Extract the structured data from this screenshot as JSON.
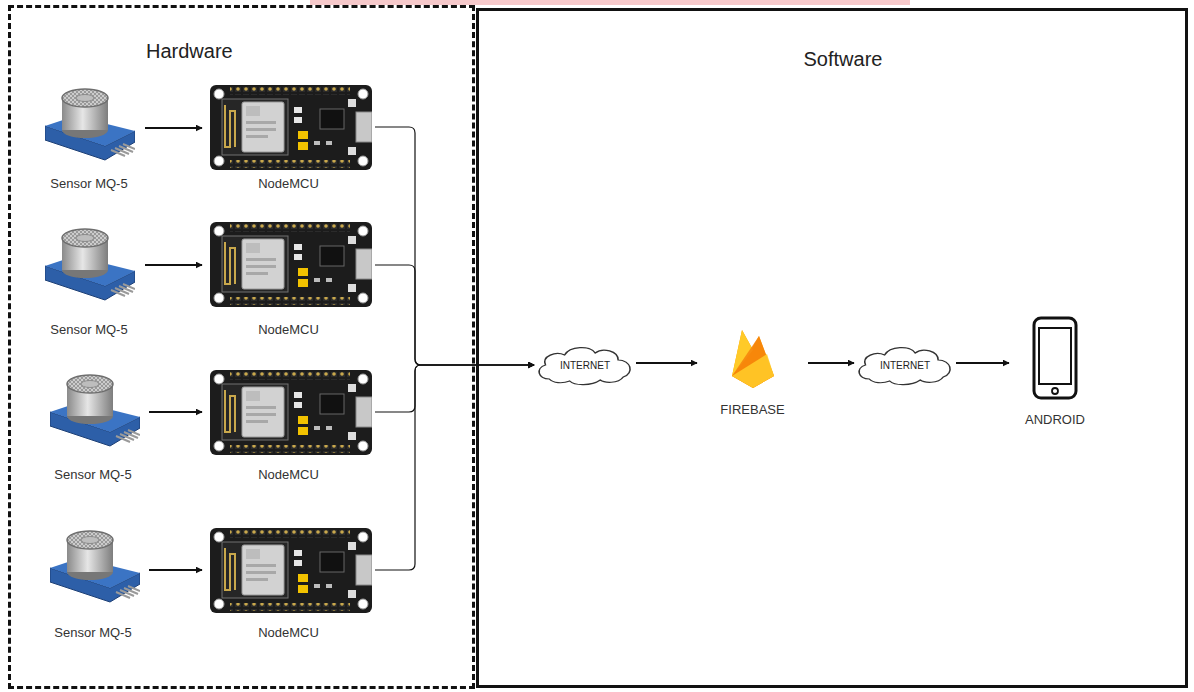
{
  "diagram": {
    "nodes": [
      {
        "text": [
          "Hardware"
        ]
      },
      {
        "text": [
          "Sensor MQ-5"
        ],
        "in": 0
      },
      {
        "text": [
          "NodeMCU"
        ],
        "in": 0
      },
      {
        "text": [
          "Sensor MQ-5"
        ],
        "in": 0
      },
      {
        "text": [
          "NodeMCU"
        ],
        "in": 0
      },
      {
        "text": [
          "Sensor MQ-5"
        ],
        "in": 0
      },
      {
        "text": [
          "NodeMCU"
        ],
        "in": 0
      },
      {
        "text": [
          "Sensor MQ-5"
        ],
        "in": 0
      },
      {
        "text": [
          "NodeMCU"
        ],
        "in": 0
      },
      {
        "text": [
          "Software"
        ]
      },
      {
        "text": [
          "INTERNET"
        ],
        "in": 9
      },
      {
        "text": [
          "FIREBASE"
        ],
        "in": 9
      },
      {
        "text": [
          "INTERNET"
        ],
        "in": 9
      },
      {
        "text": [
          "ANDROID"
        ],
        "in": 9
      }
    ],
    "edges": [
      {
        "from": 1,
        "to": 2,
        "arrow": "to"
      },
      {
        "from": 3,
        "to": 4,
        "arrow": "to"
      },
      {
        "from": 5,
        "to": 6,
        "arrow": "to"
      },
      {
        "from": 7,
        "to": 8,
        "arrow": "to"
      },
      {
        "from": 2,
        "to": 10,
        "arrow": "to"
      },
      {
        "from": 4,
        "to": 10,
        "arrow": "to"
      },
      {
        "from": 6,
        "to": 10,
        "arrow": "to"
      },
      {
        "from": 8,
        "to": 10,
        "arrow": "to"
      },
      {
        "from": 10,
        "to": 11,
        "arrow": "to"
      },
      {
        "from": 11,
        "to": 12,
        "arrow": "to"
      },
      {
        "from": 12,
        "to": 13,
        "arrow": "to"
      }
    ]
  }
}
